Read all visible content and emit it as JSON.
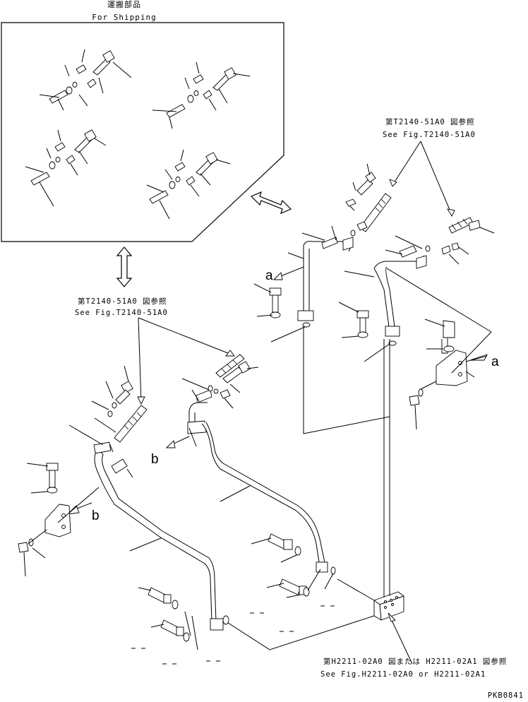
{
  "header": {
    "shipping_jp": "運搬部品",
    "shipping_en": "For Shipping"
  },
  "refs": {
    "ref_top_jp": "第T2140-51A0 図参照",
    "ref_top_en": "See Fig.T2140-51A0",
    "ref_mid_jp": "第T2140-51A0 図参照",
    "ref_mid_en": "See Fig.T2140-51A0",
    "ref_bottom_jp": "第H2211-02A0 図または H2211-02A1 図参照",
    "ref_bottom_en": "See Fig.H2211-02A0 or H2211-02A1"
  },
  "labels": {
    "a_left": "a",
    "a_right": "a",
    "b_left": "b",
    "b_right": "b"
  },
  "footer": {
    "drawing_code": "PKB0841"
  },
  "colors": {
    "line": "#000000",
    "background": "#ffffff"
  }
}
